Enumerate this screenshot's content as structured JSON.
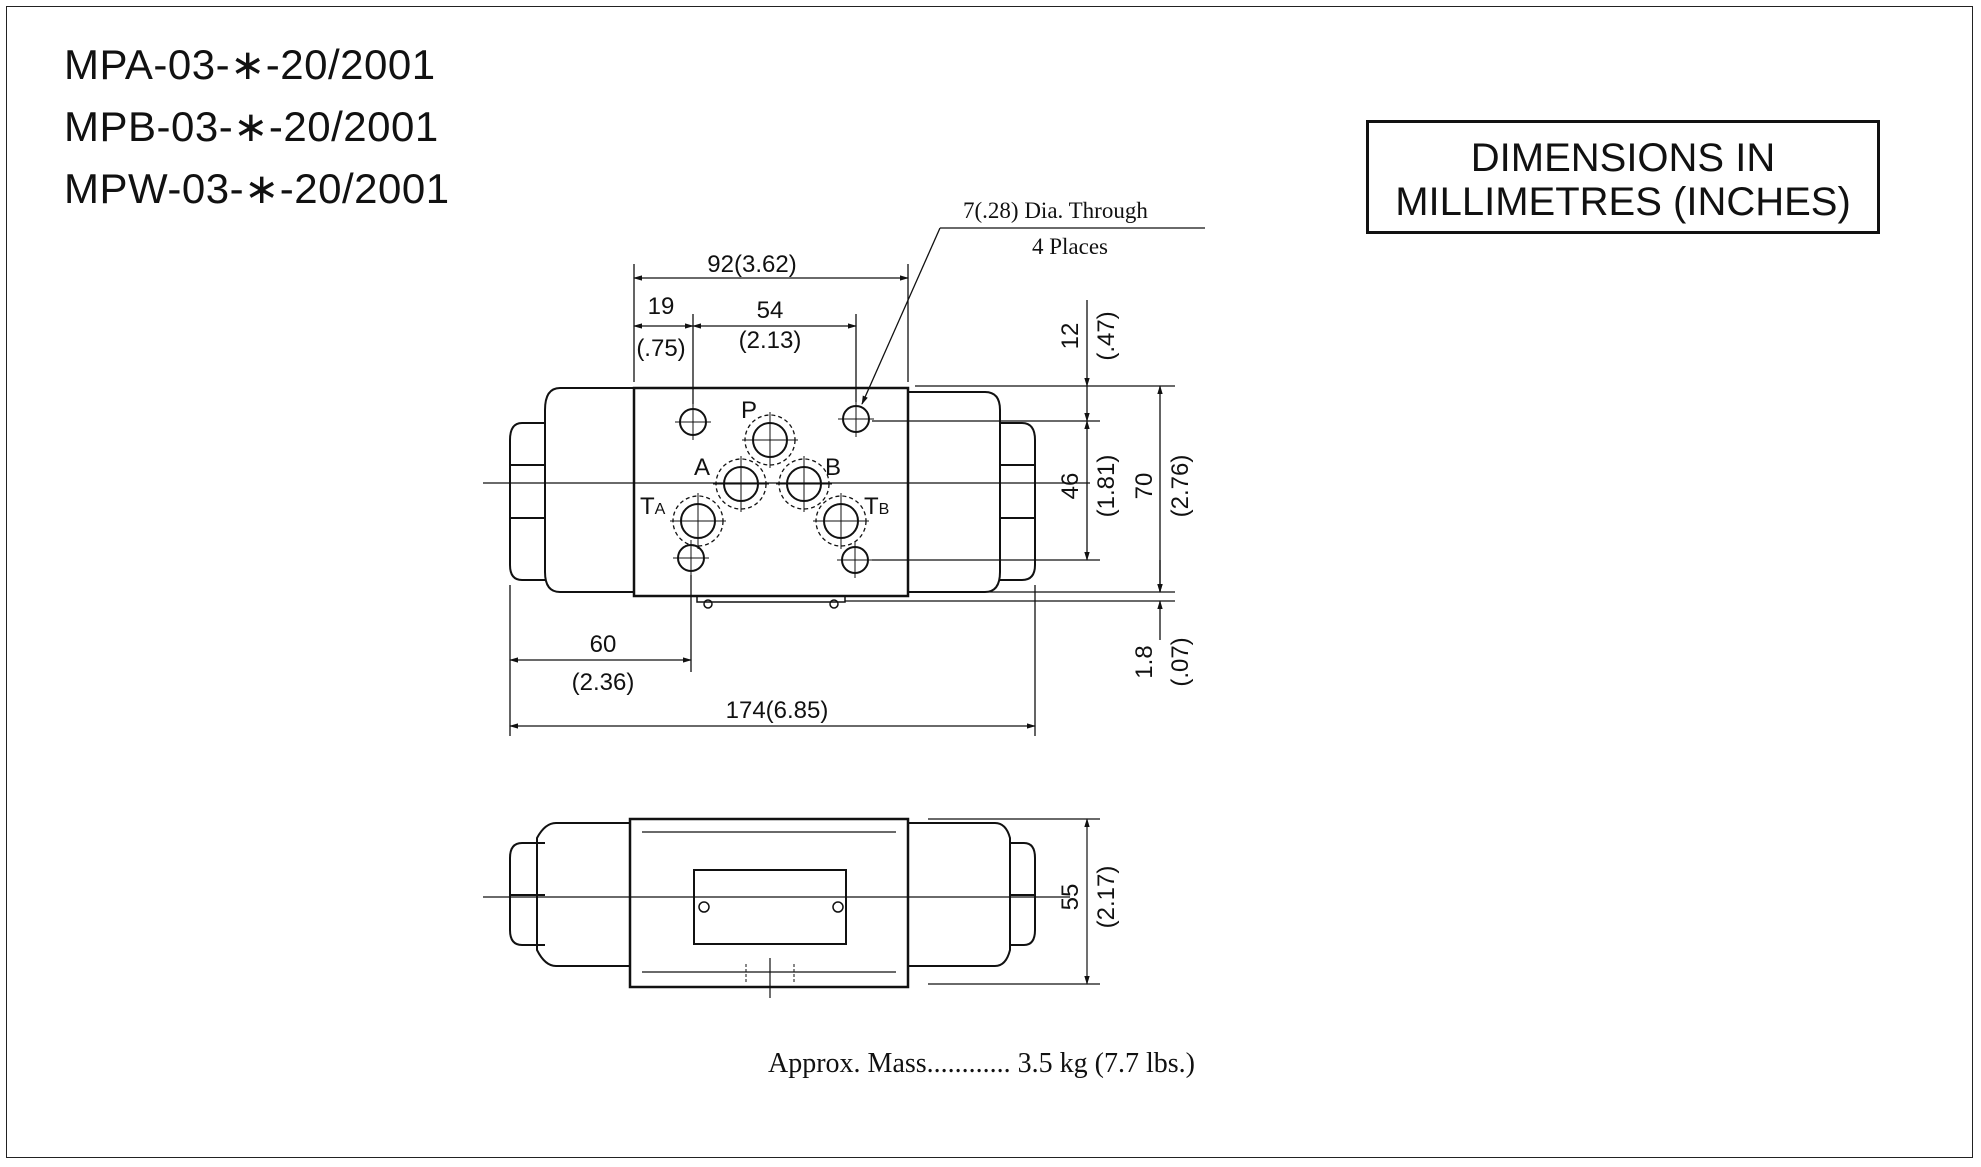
{
  "models": [
    "MPA-03-∗-20/2001",
    "MPB-03-∗-20/2001",
    "MPW-03-∗-20/2001"
  ],
  "units_note": {
    "line1": "DIMENSIONS IN",
    "line2": "MILLIMETRES (INCHES)"
  },
  "hole_note": {
    "line1": "7(.28) Dia. Through",
    "line2": "4 Places"
  },
  "dimensions": {
    "overall_body_width": "92(3.62)",
    "hole_offset": "19",
    "hole_offset_in": "(.75)",
    "hole_pitch": "54",
    "hole_pitch_in": "(2.13)",
    "top_offset": "12",
    "top_offset_in": "(.47)",
    "hole_vertical_pitch": "46",
    "hole_vertical_pitch_in": "(1.81)",
    "body_height": "70",
    "body_height_in": "(2.76)",
    "left_to_hole": "60",
    "left_to_hole_in": "(2.36)",
    "overall_length": "174(6.85)",
    "base_thickness": "1.8",
    "base_thickness_in": "(.07)",
    "side_height": "55",
    "side_height_in": "(2.17)"
  },
  "ports": {
    "p": "P",
    "a": "A",
    "b": "B",
    "t": "T",
    "ta_sub": "A",
    "tb_sub": "B"
  },
  "mass_note": "Approx. Mass............ 3.5 kg (7.7 lbs.)"
}
